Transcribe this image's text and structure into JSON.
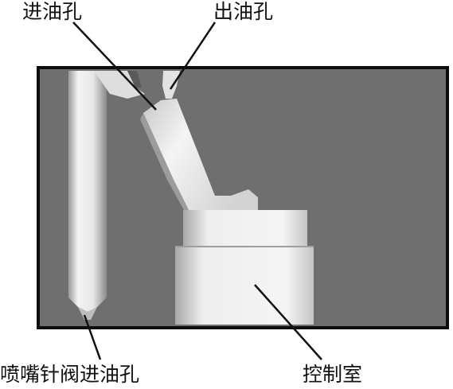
{
  "labels": {
    "inlet": "进油孔",
    "outlet": "出油孔",
    "nozzle_inlet": "喷嘴针阀进油孔",
    "control_chamber": "控制室"
  },
  "colors": {
    "background_housing": "#6f6f6f",
    "frame_border": "#0d0d0d",
    "passage_light": "#f1f1f1",
    "passage_shade": "#8c8c8c",
    "leader_line": "#111111"
  }
}
